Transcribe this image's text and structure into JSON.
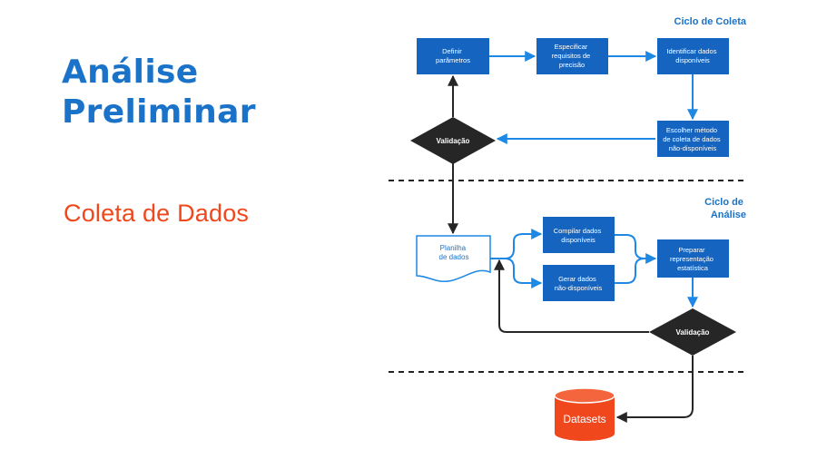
{
  "slide": {
    "title": "Análise\nPreliminar",
    "subtitle": "Coleta de Dados"
  },
  "colors": {
    "title": "#1a73c9",
    "subtitle": "#f0471d",
    "box": "#1565c0",
    "arrow_blue": "#1e88e5",
    "diamond": "#262626",
    "datasets": "#f0471d"
  },
  "diagram": {
    "collection_cycle": {
      "label": "Ciclo de Coleta",
      "define": [
        "Definir",
        "parâmetros"
      ],
      "specify": [
        "Especificar",
        "requisitos de",
        "precisão"
      ],
      "identify": [
        "Identificar dados",
        "disponíveis"
      ],
      "choose": [
        "Escolher método",
        "de coleta de dados",
        "não-disponíveis"
      ],
      "validation": "Validação"
    },
    "analysis_cycle": {
      "label": [
        "Ciclo de",
        "Análise"
      ],
      "spreadsheet": [
        "Planilha",
        "de dados"
      ],
      "compile": [
        "Compilar dados",
        "disponíveis"
      ],
      "generate": [
        "Gerar dados",
        "não-disponíveis"
      ],
      "prepare": [
        "Preparar",
        "representação",
        "estatística"
      ],
      "validation": "Validação"
    },
    "datasets": "Datasets"
  }
}
